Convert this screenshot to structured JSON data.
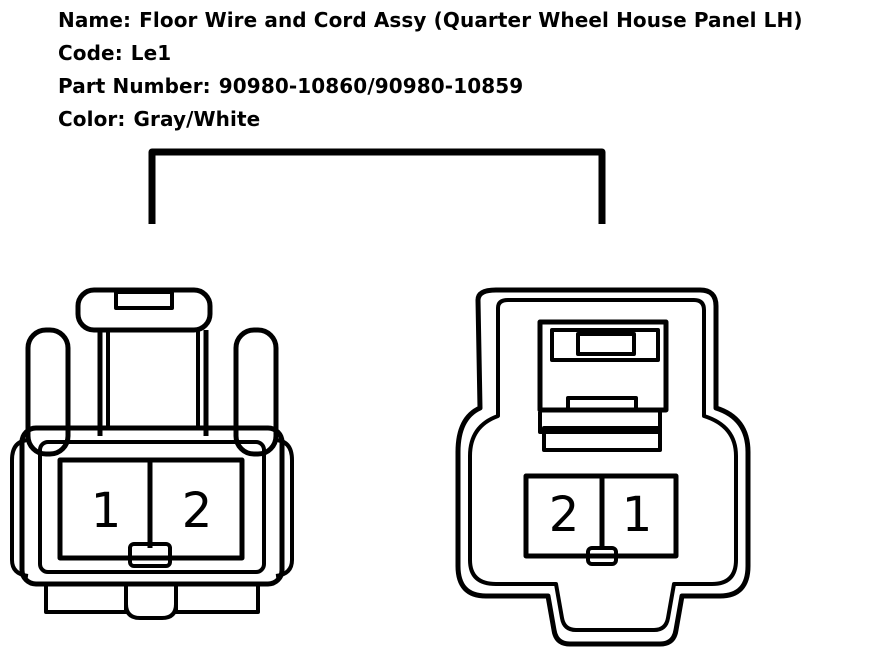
{
  "info": {
    "name_label": "Name:",
    "name_value": "Floor Wire and Cord Assy (Quarter Wheel House Panel LH)",
    "code_label": "Code:",
    "code_value": "Le1",
    "part_label": "Part Number:",
    "part_value": "90980-10860/90980-10859",
    "color_label": "Color:",
    "color_value": "Gray/White"
  },
  "connectors": {
    "left": {
      "pins": [
        "1",
        "2"
      ]
    },
    "right": {
      "pins": [
        "2",
        "1"
      ]
    }
  }
}
